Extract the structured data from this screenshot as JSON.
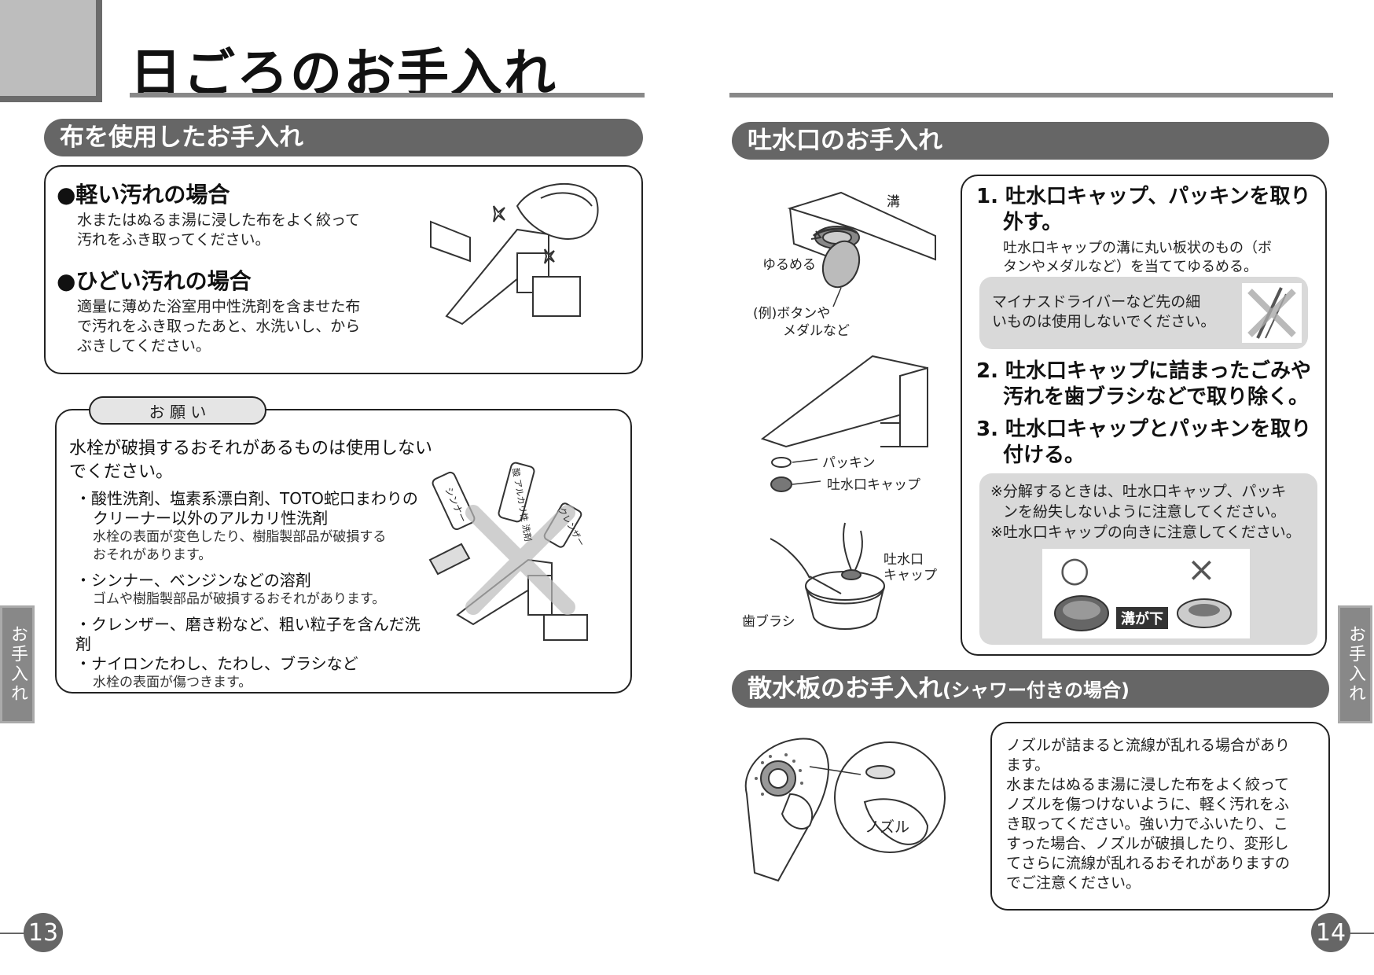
{
  "page_title": "日ごろのお手入れ",
  "left": {
    "cloth_section": {
      "heading": "布を使用したお手入れ",
      "light": {
        "title": "●軽い汚れの場合",
        "text_lines": [
          "水またはぬるま湯に浸した布をよく絞って",
          "汚れをふき取ってください。"
        ]
      },
      "heavy": {
        "title": "●ひどい汚れの場合",
        "text_lines": [
          "適量に薄めた浴室用中性洗剤を含ませた布",
          "で汚れをふき取ったあと、水洗いし、から",
          "ぶきしてください。"
        ]
      }
    },
    "request": {
      "tab_label": "お 願 い",
      "lead_lines": [
        "水栓が破損するおそれがあるものは使用しない",
        "でください。"
      ],
      "items": [
        {
          "main": [
            "・酸性洗剤、塩素系漂白剤、TOTO蛇口まわりの",
            "クリーナー以外のアルカリ性洗剤"
          ],
          "sub": [
            "水栓の表面が変色したり、樹脂製部品が破損する",
            "おそれがあります。"
          ]
        },
        {
          "main": [
            "・シンナー、ベンジンなどの溶剤"
          ],
          "sub": [
            "ゴムや樹脂製部品が破損するおそれがあります。"
          ]
        },
        {
          "main": [
            "・クレンザー、磨き粉など、粗い粒子を含んだ洗剤",
            "・ナイロンたわし、たわし、ブラシなど"
          ],
          "sub": [
            "水栓の表面が傷つきます。"
          ]
        }
      ],
      "bottle_labels": [
        "シンナー",
        "酸 アルカリ性 洗剤",
        "クレンザー"
      ]
    },
    "side_tab": "お手入れ",
    "page_number": "13"
  },
  "right": {
    "spout_section": {
      "heading": "吐水口のお手入れ",
      "fig_labels": {
        "groove": "溝",
        "loosen": "ゆるめる",
        "example": "(例)ボタンや",
        "example2": "メダルなど",
        "packing": "パッキン",
        "cap": "吐水口キャップ",
        "cap2a": "吐水口",
        "cap2b": "キャップ",
        "brush": "歯ブラシ"
      },
      "step1": {
        "num": "1.",
        "lines": [
          "吐水口キャップ、パッキンを取り",
          "外す。"
        ],
        "sub": [
          "吐水口キャップの溝に丸い板状のもの（ボ",
          "タンやメダルなど）を当ててゆるめる。"
        ]
      },
      "note1": [
        "マイナスドライバーなど先の細",
        "いものは使用しないでください。"
      ],
      "step2": {
        "num": "2.",
        "lines": [
          "吐水口キャップに詰まったごみや",
          "汚れを歯ブラシなどで取り除く。"
        ]
      },
      "step3": {
        "num": "3.",
        "lines": [
          "吐水口キャップとパッキンを取り",
          "付ける。"
        ]
      },
      "note2": [
        "※分解するときは、吐水口キャップ、パッキ",
        "ンを紛失しないように注意してください。",
        "※吐水口キャップの向きに注意してください。"
      ],
      "groove_down": "溝が下",
      "ok_mark": "○",
      "ng_mark": "×"
    },
    "spray_section": {
      "heading": "散水板のお手入れ",
      "heading_note": "(シャワー付きの場合)",
      "nozzle_label": "ノズル",
      "text_lines": [
        "ノズルが詰まると流線が乱れる場合があり",
        "ます。",
        "水またはぬるま湯に浸した布をよく絞って",
        "ノズルを傷つけないように、軽く汚れをふ",
        "き取ってください。強い力でふいたり、こ",
        "すった場合、ノズルが破損したり、変形し",
        "てさらに流線が乱れるおそれがありますの",
        "でご注意ください。"
      ]
    },
    "side_tab": "お手入れ",
    "page_number": "14"
  }
}
